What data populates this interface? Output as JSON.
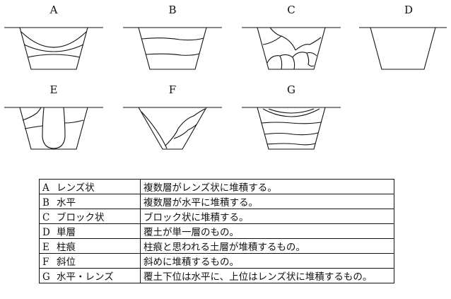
{
  "figures": [
    {
      "letter": "A"
    },
    {
      "letter": "B"
    },
    {
      "letter": "C"
    },
    {
      "letter": "D"
    },
    {
      "letter": "E"
    },
    {
      "letter": "F"
    },
    {
      "letter": "G"
    }
  ],
  "legend": {
    "rows": [
      {
        "letter": "A",
        "name": "レンズ状",
        "desc": "複数層がレンズ状に堆積する。"
      },
      {
        "letter": "B",
        "name": "水平",
        "desc": "複数層が水平に堆積する。"
      },
      {
        "letter": "C",
        "name": "ブロック状",
        "desc": "ブロック状に堆積する。"
      },
      {
        "letter": "D",
        "name": "単層",
        "desc": "覆土が単一層のもの。"
      },
      {
        "letter": "E",
        "name": "柱痕",
        "desc": "柱痕と思われる土層が堆積するもの。"
      },
      {
        "letter": "F",
        "name": "斜位",
        "desc": "斜めに堆積するもの。"
      },
      {
        "letter": "G",
        "name": "水平・レンズ",
        "desc": "覆土下位は水平に、上位はレンズ状に堆積するもの。"
      }
    ]
  }
}
